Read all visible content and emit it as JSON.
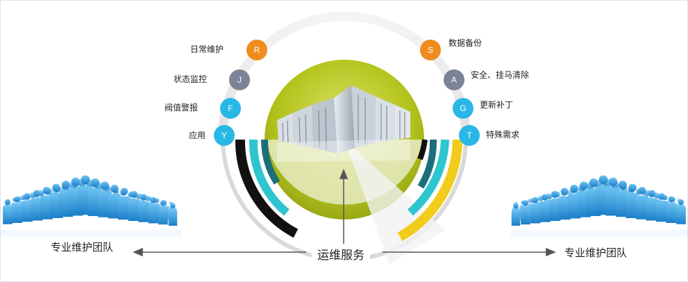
{
  "services_left": [
    {
      "letter": "R",
      "label": "日常维护",
      "color": "#f08c1e"
    },
    {
      "letter": "J",
      "label": "状态监控",
      "color": "#7a8496"
    },
    {
      "letter": "F",
      "label": "阀值警报",
      "color": "#29b8e6"
    },
    {
      "letter": "Y",
      "label": "应用",
      "color": "#29b8e6"
    }
  ],
  "services_right": [
    {
      "letter": "S",
      "label": "数据备份",
      "color": "#f08c1e"
    },
    {
      "letter": "A",
      "label": "安全、挂马清除",
      "color": "#7a8496"
    },
    {
      "letter": "G",
      "label": "更新补丁",
      "color": "#29b8e6"
    },
    {
      "letter": "T",
      "label": "特殊需求",
      "color": "#29b8e6"
    }
  ],
  "center_label": "运维服务",
  "team_left": "专业维护团队",
  "team_right": "专业维护团队",
  "colors": {
    "lime": "#b5c41a",
    "teal": "#2ec5cf",
    "dark_teal": "#1c6f7a",
    "black": "#111111",
    "yellow": "#f2cc1b",
    "people_blue": "#2a8fd6"
  }
}
